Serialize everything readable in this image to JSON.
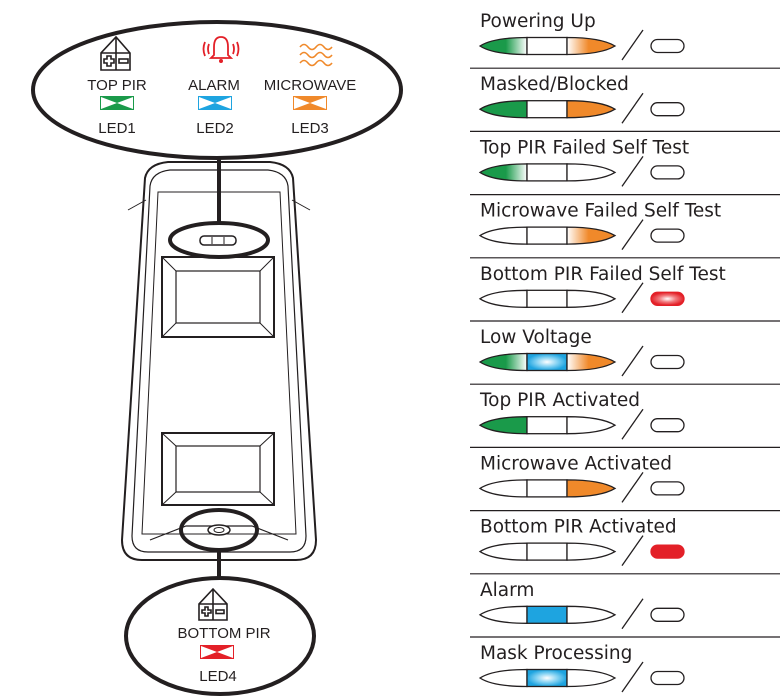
{
  "device": {
    "top_callout": {
      "top_pir_label": "TOP PIR",
      "alarm_label": "ALARM",
      "microwave_label": "MICROWAVE",
      "led1_label": "LED1",
      "led2_label": "LED2",
      "led3_label": "LED3"
    },
    "bottom_callout": {
      "bottom_pir_label": "BOTTOM PIR",
      "led4_label": "LED4"
    }
  },
  "colors": {
    "green": "#1a9a4a",
    "blue": "#1ea4e0",
    "orange": "#f0892a",
    "red": "#e32028",
    "outline": "#231f20"
  },
  "states": [
    {
      "label": "Powering Up",
      "led1": "flash",
      "led2": "off",
      "led3": "flash",
      "led4": "off"
    },
    {
      "label": "Masked/Blocked",
      "led1": "on",
      "led2": "off",
      "led3": "on",
      "led4": "off"
    },
    {
      "label": "Top PIR Failed Self Test",
      "led1": "flash",
      "led2": "off",
      "led3": "off",
      "led4": "off"
    },
    {
      "label": "Microwave Failed Self Test",
      "led1": "off",
      "led2": "off",
      "led3": "flash",
      "led4": "off"
    },
    {
      "label": "Bottom PIR Failed Self Test",
      "led1": "off",
      "led2": "off",
      "led3": "off",
      "led4": "flash"
    },
    {
      "label": "Low Voltage",
      "led1": "flash",
      "led2": "flash",
      "led3": "flash",
      "led4": "off"
    },
    {
      "label": "Top PIR Activated",
      "led1": "on",
      "led2": "off",
      "led3": "off",
      "led4": "off"
    },
    {
      "label": "Microwave Activated",
      "led1": "off",
      "led2": "off",
      "led3": "on",
      "led4": "off"
    },
    {
      "label": "Bottom PIR Activated",
      "led1": "off",
      "led2": "off",
      "led3": "off",
      "led4": "on"
    },
    {
      "label": "Alarm",
      "led1": "off",
      "led2": "on",
      "led3": "off",
      "led4": "off"
    },
    {
      "label": "Mask Processing",
      "led1": "off",
      "led2": "flash",
      "led3": "off",
      "led4": "off"
    }
  ]
}
